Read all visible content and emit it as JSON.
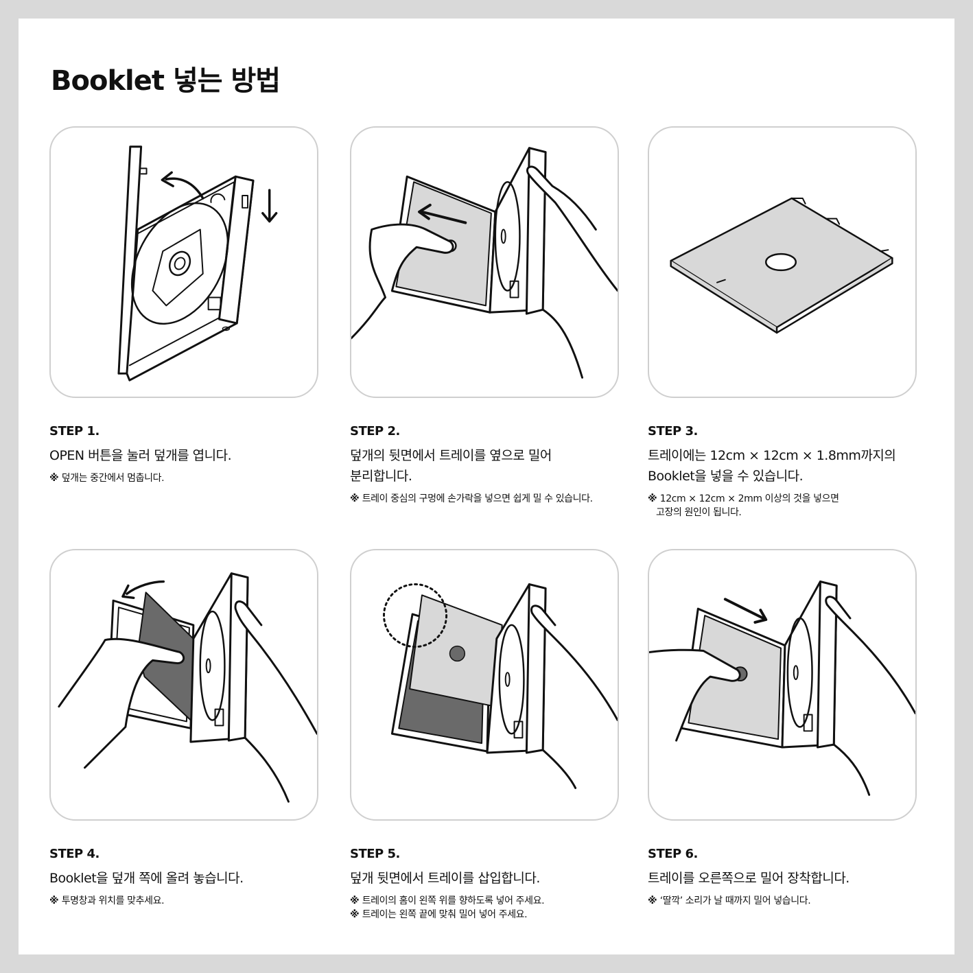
{
  "page_title": "Booklet 넣는 방법",
  "steps": [
    {
      "label": "STEP 1.",
      "main": "OPEN 버튼을 눌러 덮개를 엽니다.",
      "notes": [
        "덮개는 중간에서 멈춥니다."
      ],
      "illustration": "open-case-illustration"
    },
    {
      "label": "STEP 2.",
      "main": "덮개의 뒷면에서 트레이를 옆으로 밀어\n분리합니다.",
      "notes": [
        "트레이 중심의 구멍에 손가락을 넣으면 쉽게 밀 수 있습니다."
      ],
      "illustration": "slide-tray-illustration"
    },
    {
      "label": "STEP 3.",
      "main": "트레이에는 12cm × 12cm × 1.8mm까지의\nBooklet을 넣을 수 있습니다.",
      "notes": [
        "12cm × 12cm × 2mm 이상의 것을 넣으면"
      ],
      "note_continuation": "고장의 원인이 됩니다.",
      "illustration": "tray-illustration"
    },
    {
      "label": "STEP 4.",
      "main": "Booklet을 덮개 쪽에 올려 놓습니다.",
      "notes": [
        "투명창과 위치를 맞추세요."
      ],
      "illustration": "place-booklet-illustration"
    },
    {
      "label": "STEP 5.",
      "main": "덮개 뒷면에서 트레이를 삽입합니다.",
      "notes": [
        "트레이의 홈이 왼쪽 위를 향하도록 넣어 주세요.",
        "트레이는 왼쪽 끝에 맞춰 밀어 넣어 주세요."
      ],
      "illustration": "insert-tray-illustration"
    },
    {
      "label": "STEP 6.",
      "main": "트레이를 오른쪽으로 밀어 장착합니다.",
      "notes": [
        "‘딸깍’ 소리가 날 때까지 밀어 넣습니다."
      ],
      "illustration": "push-tray-illustration"
    }
  ],
  "colors": {
    "background": "#d9d9d9",
    "card_border": "#cfcfcf",
    "tray_fill": "#d8d8d8",
    "booklet_fill": "#6a6a6a",
    "ink": "#111111"
  }
}
